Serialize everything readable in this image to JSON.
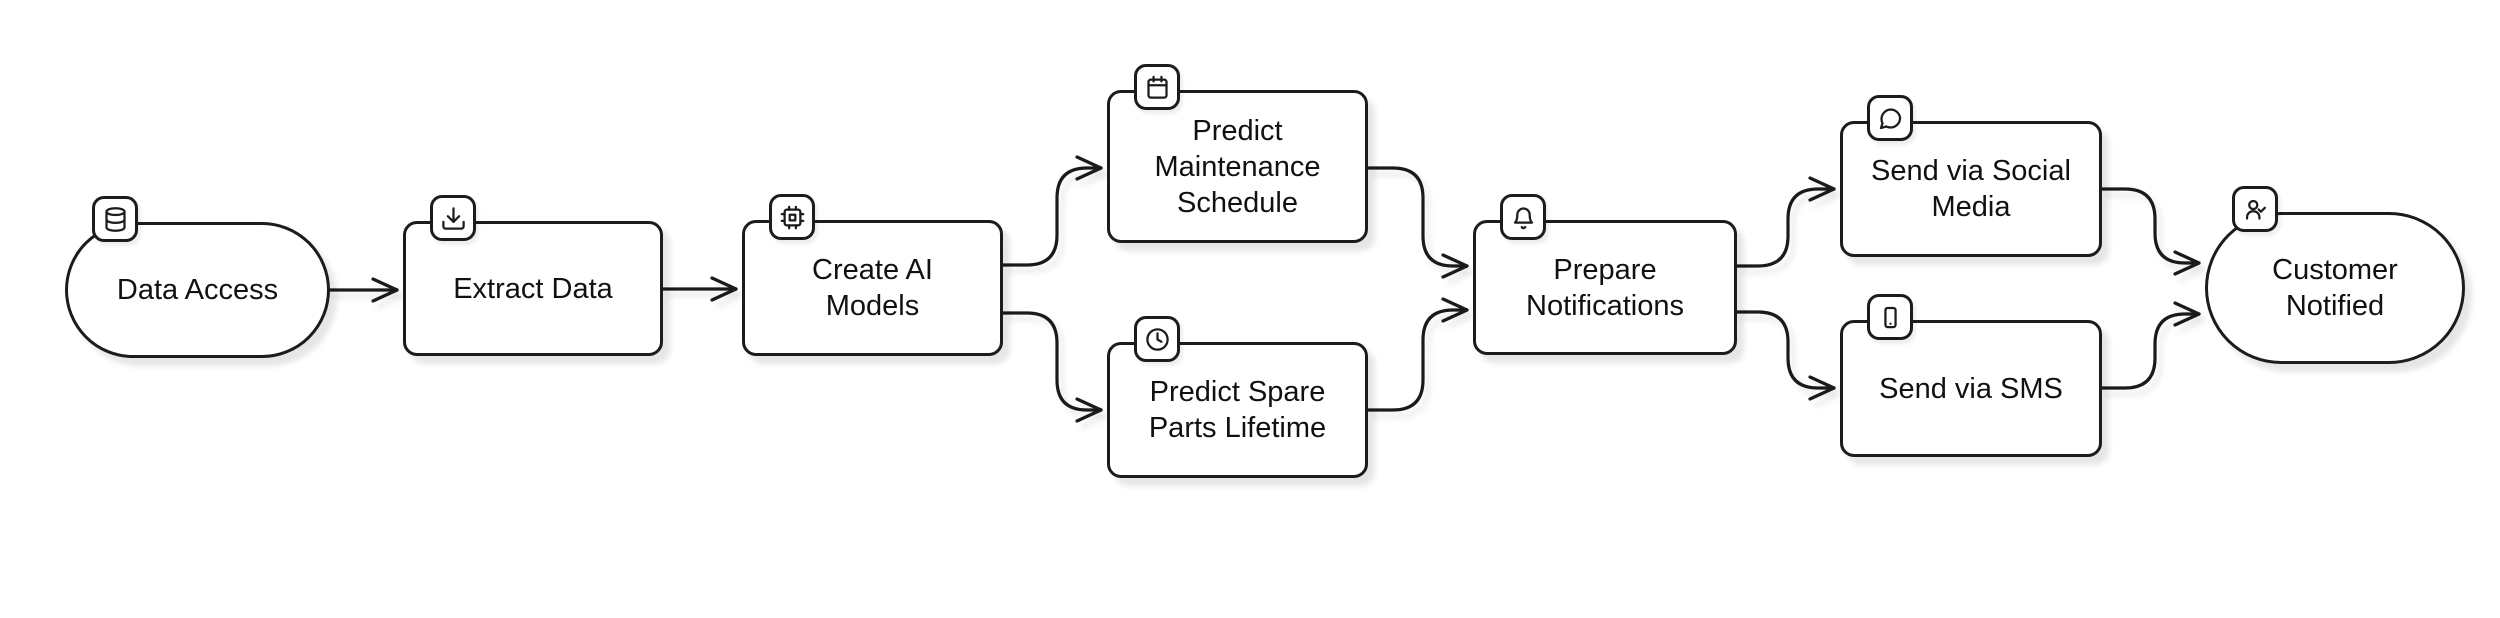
{
  "diagram": {
    "colors": {
      "stroke": "#1a1a1a",
      "node_fill": "#ffffff",
      "background": "#ffffff",
      "shadow": "rgba(0,0,0,0.10)"
    },
    "nodes": [
      {
        "id": "data-access",
        "label": "Data Access",
        "shape": "stadium",
        "icon": "database-icon"
      },
      {
        "id": "extract-data",
        "label": "Extract Data",
        "shape": "rounded-rect",
        "icon": "download-icon"
      },
      {
        "id": "create-ai-models",
        "label": "Create AI\nModels",
        "shape": "rounded-rect",
        "icon": "cpu-chip-icon"
      },
      {
        "id": "predict-maintenance-schedule",
        "label": "Predict\nMaintenance\nSchedule",
        "shape": "rounded-rect",
        "icon": "calendar-icon"
      },
      {
        "id": "predict-spare-parts-lifetime",
        "label": "Predict Spare\nParts Lifetime",
        "shape": "rounded-rect",
        "icon": "clock-icon"
      },
      {
        "id": "prepare-notifications",
        "label": "Prepare\nNotifications",
        "shape": "rounded-rect",
        "icon": "bell-icon"
      },
      {
        "id": "send-via-social-media",
        "label": "Send via Social\nMedia",
        "shape": "rounded-rect",
        "icon": "chat-bubble-icon"
      },
      {
        "id": "send-via-sms",
        "label": "Send via SMS",
        "shape": "rounded-rect",
        "icon": "smartphone-icon"
      },
      {
        "id": "customer-notified",
        "label": "Customer\nNotified",
        "shape": "stadium",
        "icon": "user-check-icon"
      }
    ],
    "edges": [
      {
        "from": "data-access",
        "to": "extract-data"
      },
      {
        "from": "extract-data",
        "to": "create-ai-models"
      },
      {
        "from": "create-ai-models",
        "to": "predict-maintenance-schedule"
      },
      {
        "from": "create-ai-models",
        "to": "predict-spare-parts-lifetime"
      },
      {
        "from": "predict-maintenance-schedule",
        "to": "prepare-notifications"
      },
      {
        "from": "predict-spare-parts-lifetime",
        "to": "prepare-notifications"
      },
      {
        "from": "prepare-notifications",
        "to": "send-via-social-media"
      },
      {
        "from": "prepare-notifications",
        "to": "send-via-sms"
      },
      {
        "from": "send-via-social-media",
        "to": "customer-notified"
      },
      {
        "from": "send-via-sms",
        "to": "customer-notified"
      }
    ]
  }
}
